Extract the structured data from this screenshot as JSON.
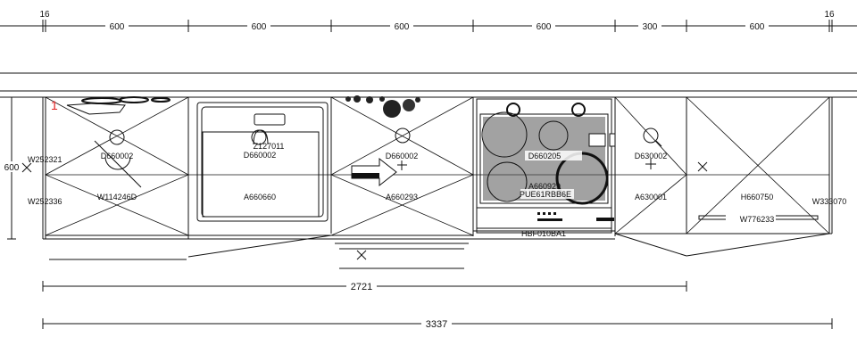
{
  "dimensions": {
    "top": [
      "16",
      "600",
      "600",
      "600",
      "600",
      "300",
      "600",
      "16"
    ],
    "height": "600",
    "total_base": "2721",
    "total_overall": "3337"
  },
  "labels": {
    "w252321": "W252321",
    "w252336": "W252336",
    "d660002_a": "D660002",
    "w114246d": "W114246D",
    "z127011": "Z127011",
    "d660002_b": "D660002",
    "a660660": "A660660",
    "d660002_c": "D660002",
    "a660293": "A660293",
    "d660205": "D660205",
    "a660929": "A660929",
    "pue61rbb6e": "PUE61RBB6E",
    "hbf010ba1": "HBF010BA1",
    "d630002": "D630002",
    "a630001": "A630001",
    "h660750": "H660750",
    "w776233": "W776233",
    "w333070": "W333070"
  },
  "marker": "1",
  "colors": {
    "line": "#111111",
    "marker": "#e02020"
  }
}
